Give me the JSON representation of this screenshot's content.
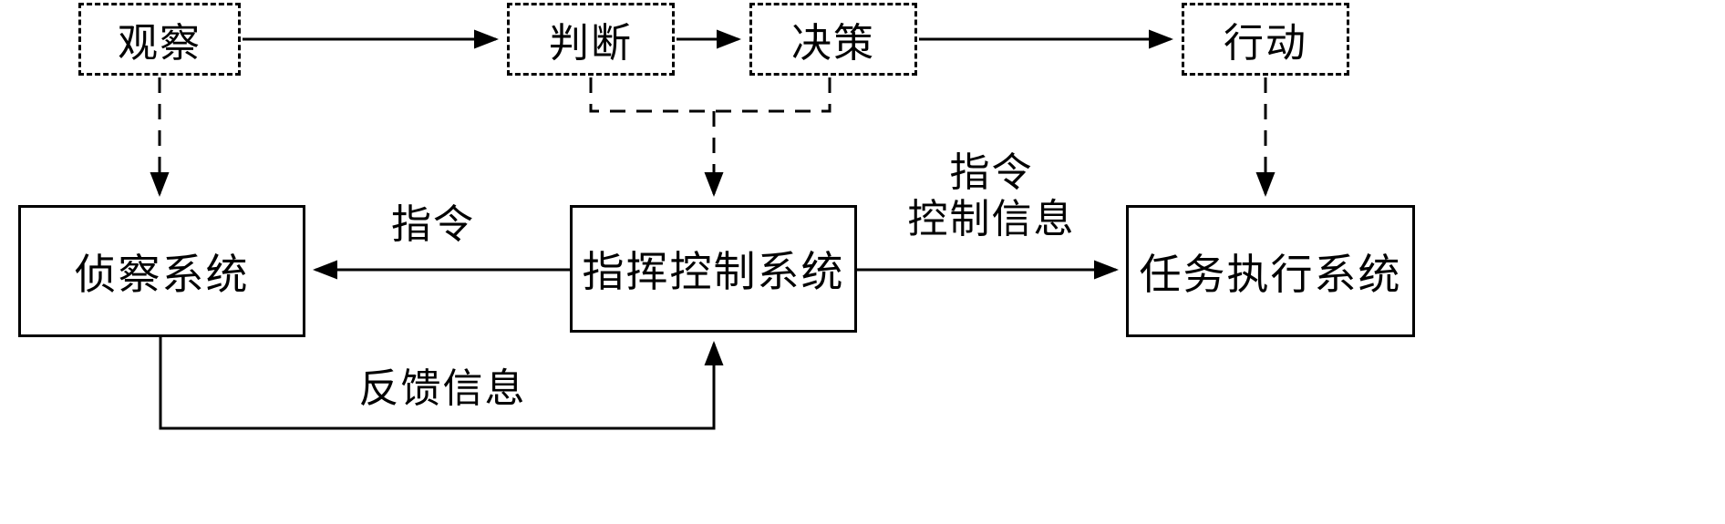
{
  "diagram": {
    "loop_nodes": [
      {
        "id": "observe",
        "label": "观察"
      },
      {
        "id": "judge",
        "label": "判断"
      },
      {
        "id": "decide",
        "label": "决策"
      },
      {
        "id": "act",
        "label": "行动"
      }
    ],
    "system_nodes": [
      {
        "id": "recon",
        "label": "侦察系统"
      },
      {
        "id": "c2",
        "label": "指挥控制系统"
      },
      {
        "id": "task",
        "label": "任务执行系统"
      }
    ],
    "edge_labels": {
      "command": "指令",
      "command_control_line1": "指令",
      "command_control_line2": "控制信息",
      "feedback": "反馈信息"
    },
    "colors": {
      "line": "#000000",
      "background": "#ffffff"
    }
  }
}
